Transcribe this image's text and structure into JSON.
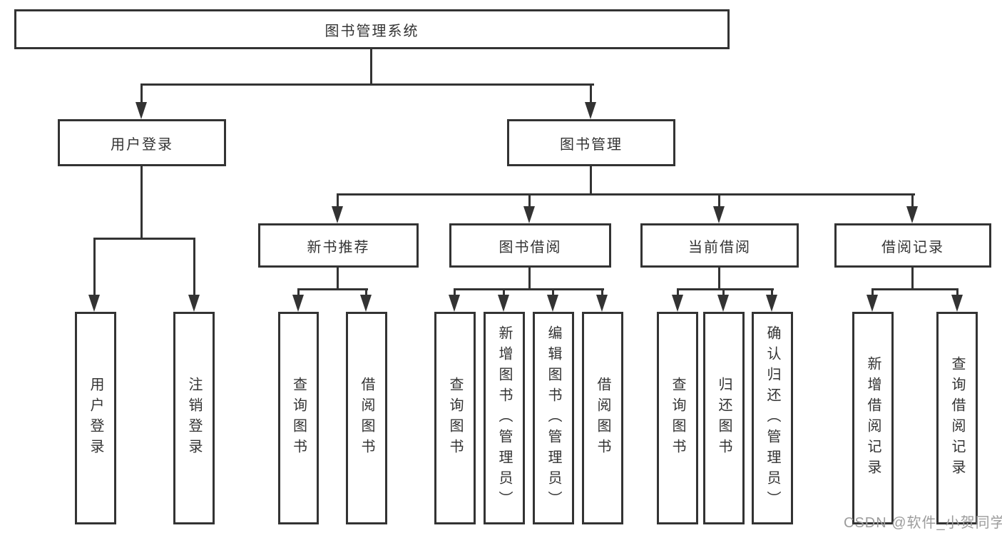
{
  "colors": {
    "line": "#333333",
    "text": "#333333",
    "box_background": "#ffffff",
    "watermark": "#9c9c9c"
  },
  "tree": {
    "label": "图书管理系统",
    "children": [
      {
        "label": "用户登录",
        "children": [
          {
            "label": "用户登录"
          },
          {
            "label": "注销登录"
          }
        ]
      },
      {
        "label": "图书管理",
        "children": [
          {
            "label": "新书推荐",
            "children": [
              {
                "label": "查询图书"
              },
              {
                "label": "借阅图书"
              }
            ]
          },
          {
            "label": "图书借阅",
            "children": [
              {
                "label": "查询图书"
              },
              {
                "label": "新增图书（管理员）"
              },
              {
                "label": "编辑图书（管理员）"
              },
              {
                "label": "借阅图书"
              }
            ]
          },
          {
            "label": "当前借阅",
            "children": [
              {
                "label": "查询图书"
              },
              {
                "label": "归还图书"
              },
              {
                "label": "确认归还（管理员）"
              }
            ]
          },
          {
            "label": "借阅记录",
            "children": [
              {
                "label": "新增借阅记录"
              },
              {
                "label": "查询借阅记录"
              }
            ]
          }
        ]
      }
    ]
  },
  "watermark": "CSDN @软件_小贺同学"
}
